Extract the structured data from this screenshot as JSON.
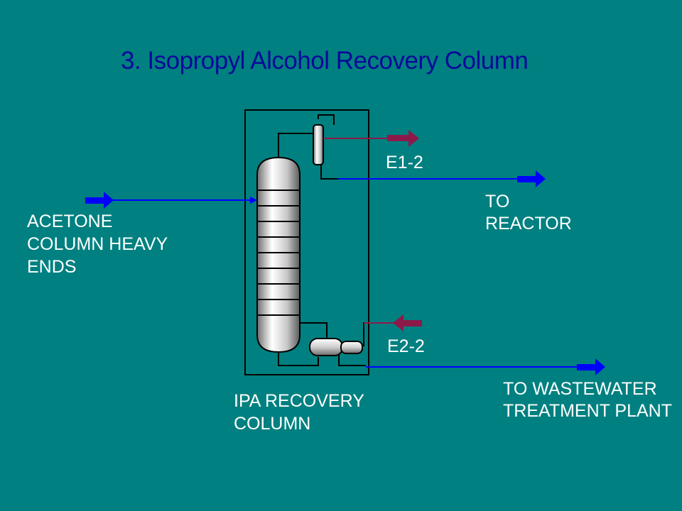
{
  "title": "3. Isopropyl Alcohol Recovery Column",
  "labels": {
    "feed": [
      "ACETONE",
      "COLUMN HEAVY",
      "ENDS"
    ],
    "e1": "E1-2",
    "reactor": [
      "TO",
      "REACTOR"
    ],
    "e2": "E2-2",
    "column": [
      "IPA RECOVERY",
      "COLUMN"
    ],
    "wastewater": [
      "TO WASTEWATER",
      "TREATMENT PLANT"
    ]
  },
  "colors": {
    "background": "#008080",
    "process_stream": "#0000ff",
    "energy_stream": "#8b1a4a",
    "equipment_line": "#000000",
    "text": "#ffffff",
    "title": "#0a0a9a"
  }
}
